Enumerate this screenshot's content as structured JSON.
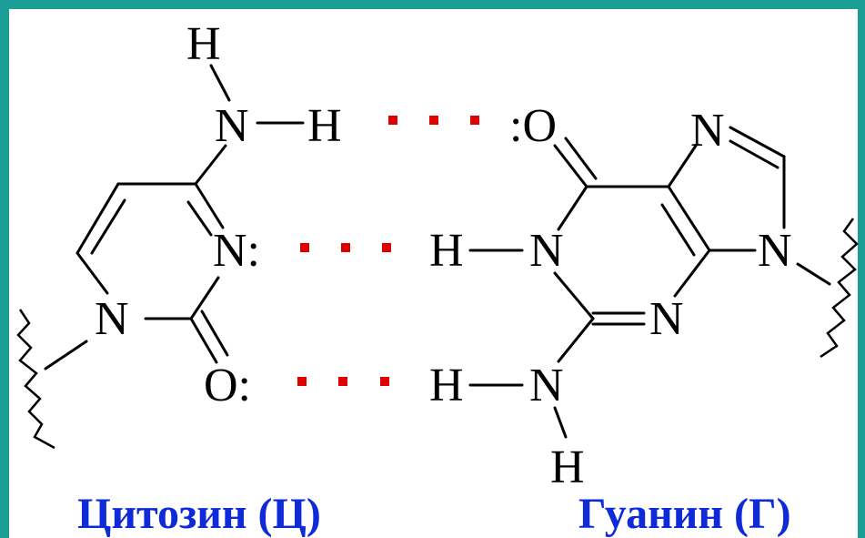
{
  "molecules": {
    "cytosine": {
      "caption": "Цитозин (Ц)",
      "atoms": {
        "amino_h_top": "H",
        "amino_n": "N",
        "amino_h_donor": "H",
        "ring_n3": "N:",
        "ring_n1": "N",
        "carbonyl_o": "O:"
      }
    },
    "guanine": {
      "caption": "Гуанин (Г)",
      "atoms": {
        "carbonyl_o": ":O",
        "n7": "N",
        "n1_h": "H",
        "n1": "N",
        "n9": "N",
        "n3": "N",
        "amino_h_donor": "H",
        "amino_n": "N",
        "amino_h_bottom": "H"
      }
    }
  },
  "colors": {
    "frame": "#1a9e96",
    "hydrogen_bond_dots": "#e00000",
    "caption": "#0f2bd8",
    "structure": "#000000"
  }
}
